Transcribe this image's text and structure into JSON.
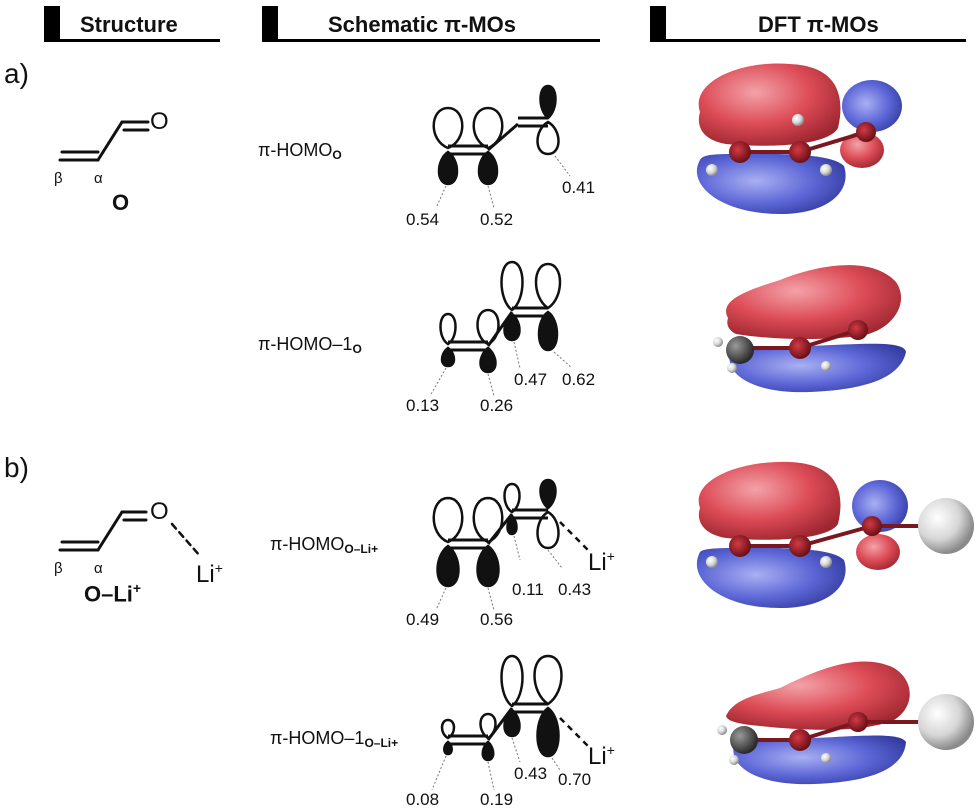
{
  "headers": {
    "structure": "Structure",
    "schematic": "Schematic π-MOs",
    "dft": "DFT π-MOs"
  },
  "sections": {
    "a": "a)",
    "b": "b)"
  },
  "structures": {
    "a": {
      "oxygen": "O",
      "beta": "β",
      "alpha": "α",
      "name": "O"
    },
    "b": {
      "oxygen": "O",
      "beta": "β",
      "alpha": "α",
      "name": "O–Li",
      "name_sup": "+",
      "li": "Li",
      "li_sup": "+"
    }
  },
  "schematic": {
    "homo_o": {
      "label": "π-HOMO",
      "sub": "O",
      "coefficients": [
        "0.54",
        "0.52",
        "0.41"
      ]
    },
    "homo1_o": {
      "label": "π-HOMO–1",
      "sub": "O",
      "coefficients": [
        "0.13",
        "0.26",
        "0.47",
        "0.62"
      ]
    },
    "homo_oli": {
      "label": "π-HOMO",
      "sub": "O–Li+",
      "coefficients": [
        "0.49",
        "0.56",
        "0.11",
        "0.43"
      ],
      "li": "Li",
      "li_sup": "+"
    },
    "homo1_oli": {
      "label": "π-HOMO–1",
      "sub": "O–Li+",
      "coefficients": [
        "0.08",
        "0.19",
        "0.43",
        "0.70"
      ],
      "li": "Li",
      "li_sup": "+"
    }
  },
  "colors": {
    "positive_lobe": "#d9424d",
    "negative_lobe": "#5a63d8",
    "lithium": "#e6e6e6"
  }
}
